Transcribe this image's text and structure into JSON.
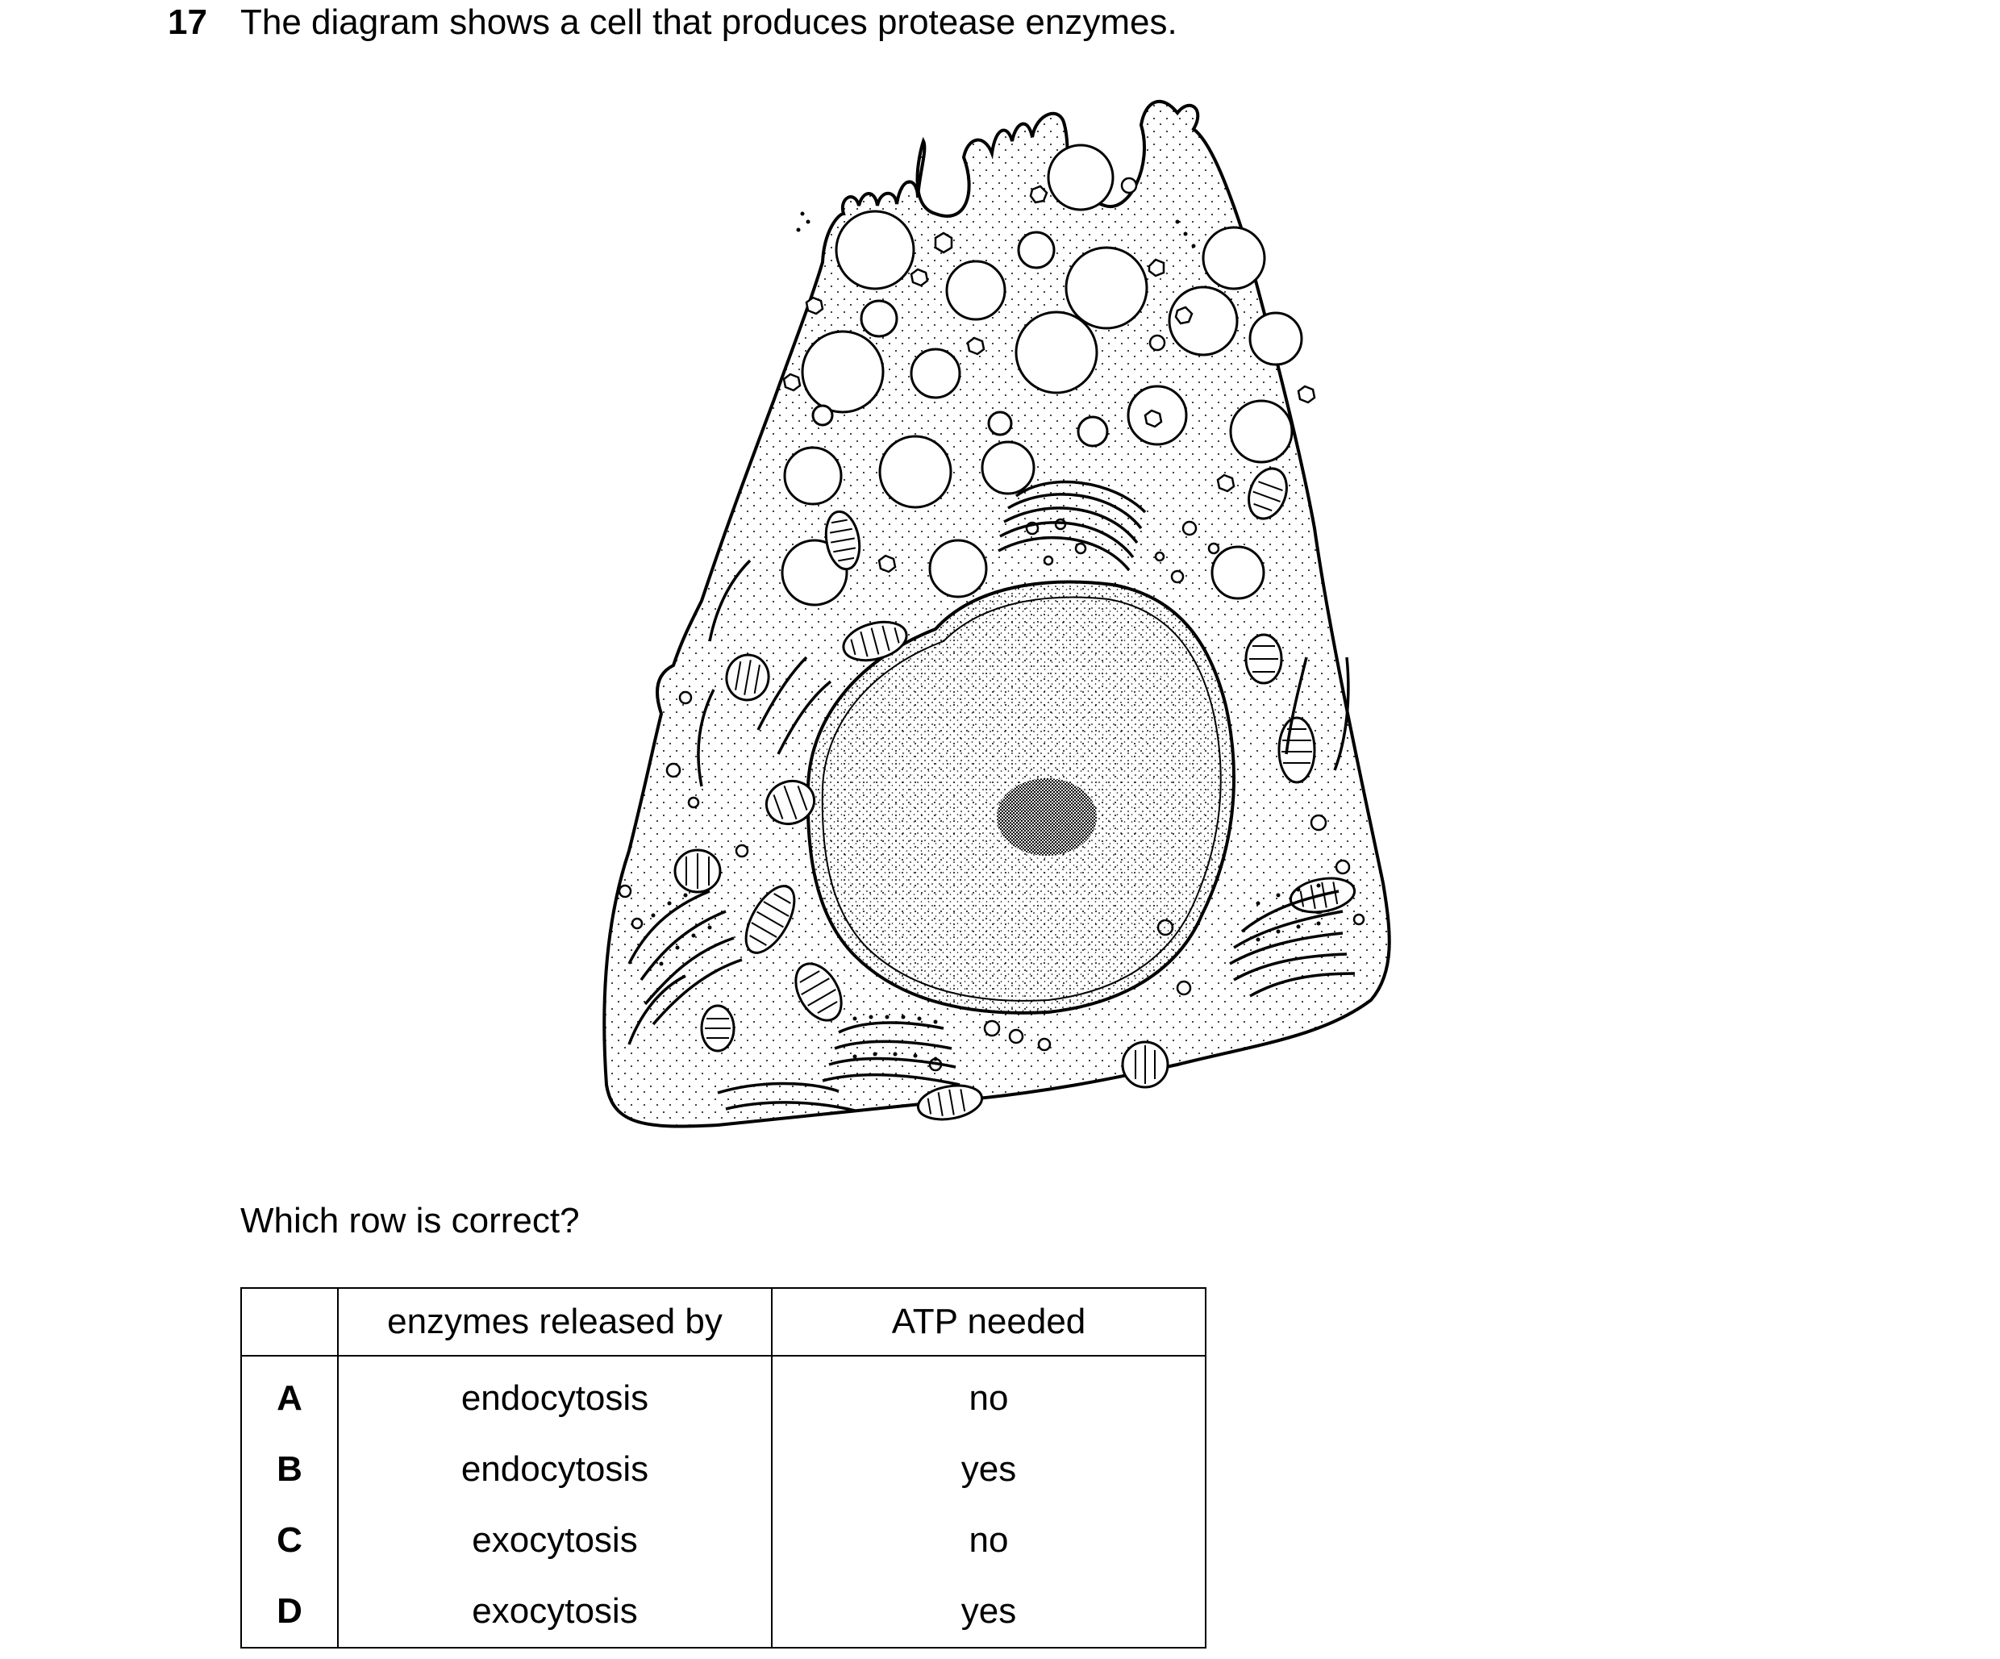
{
  "question": {
    "number": "17",
    "stem": "The diagram shows a cell that produces protease enzymes.",
    "prompt": "Which row is correct?"
  },
  "table": {
    "headers": [
      "",
      "enzymes released by",
      "ATP needed"
    ],
    "rows": [
      {
        "key": "A",
        "released_by": "endocytosis",
        "atp": "no"
      },
      {
        "key": "B",
        "released_by": "endocytosis",
        "atp": "yes"
      },
      {
        "key": "C",
        "released_by": "exocytosis",
        "atp": "no"
      },
      {
        "key": "D",
        "released_by": "exocytosis",
        "atp": "yes"
      }
    ]
  },
  "diagram": {
    "subject": "protease-secreting cell",
    "style": "black line drawing with stippling",
    "stroke_color": "#000000",
    "fill_color": "#ffffff"
  }
}
